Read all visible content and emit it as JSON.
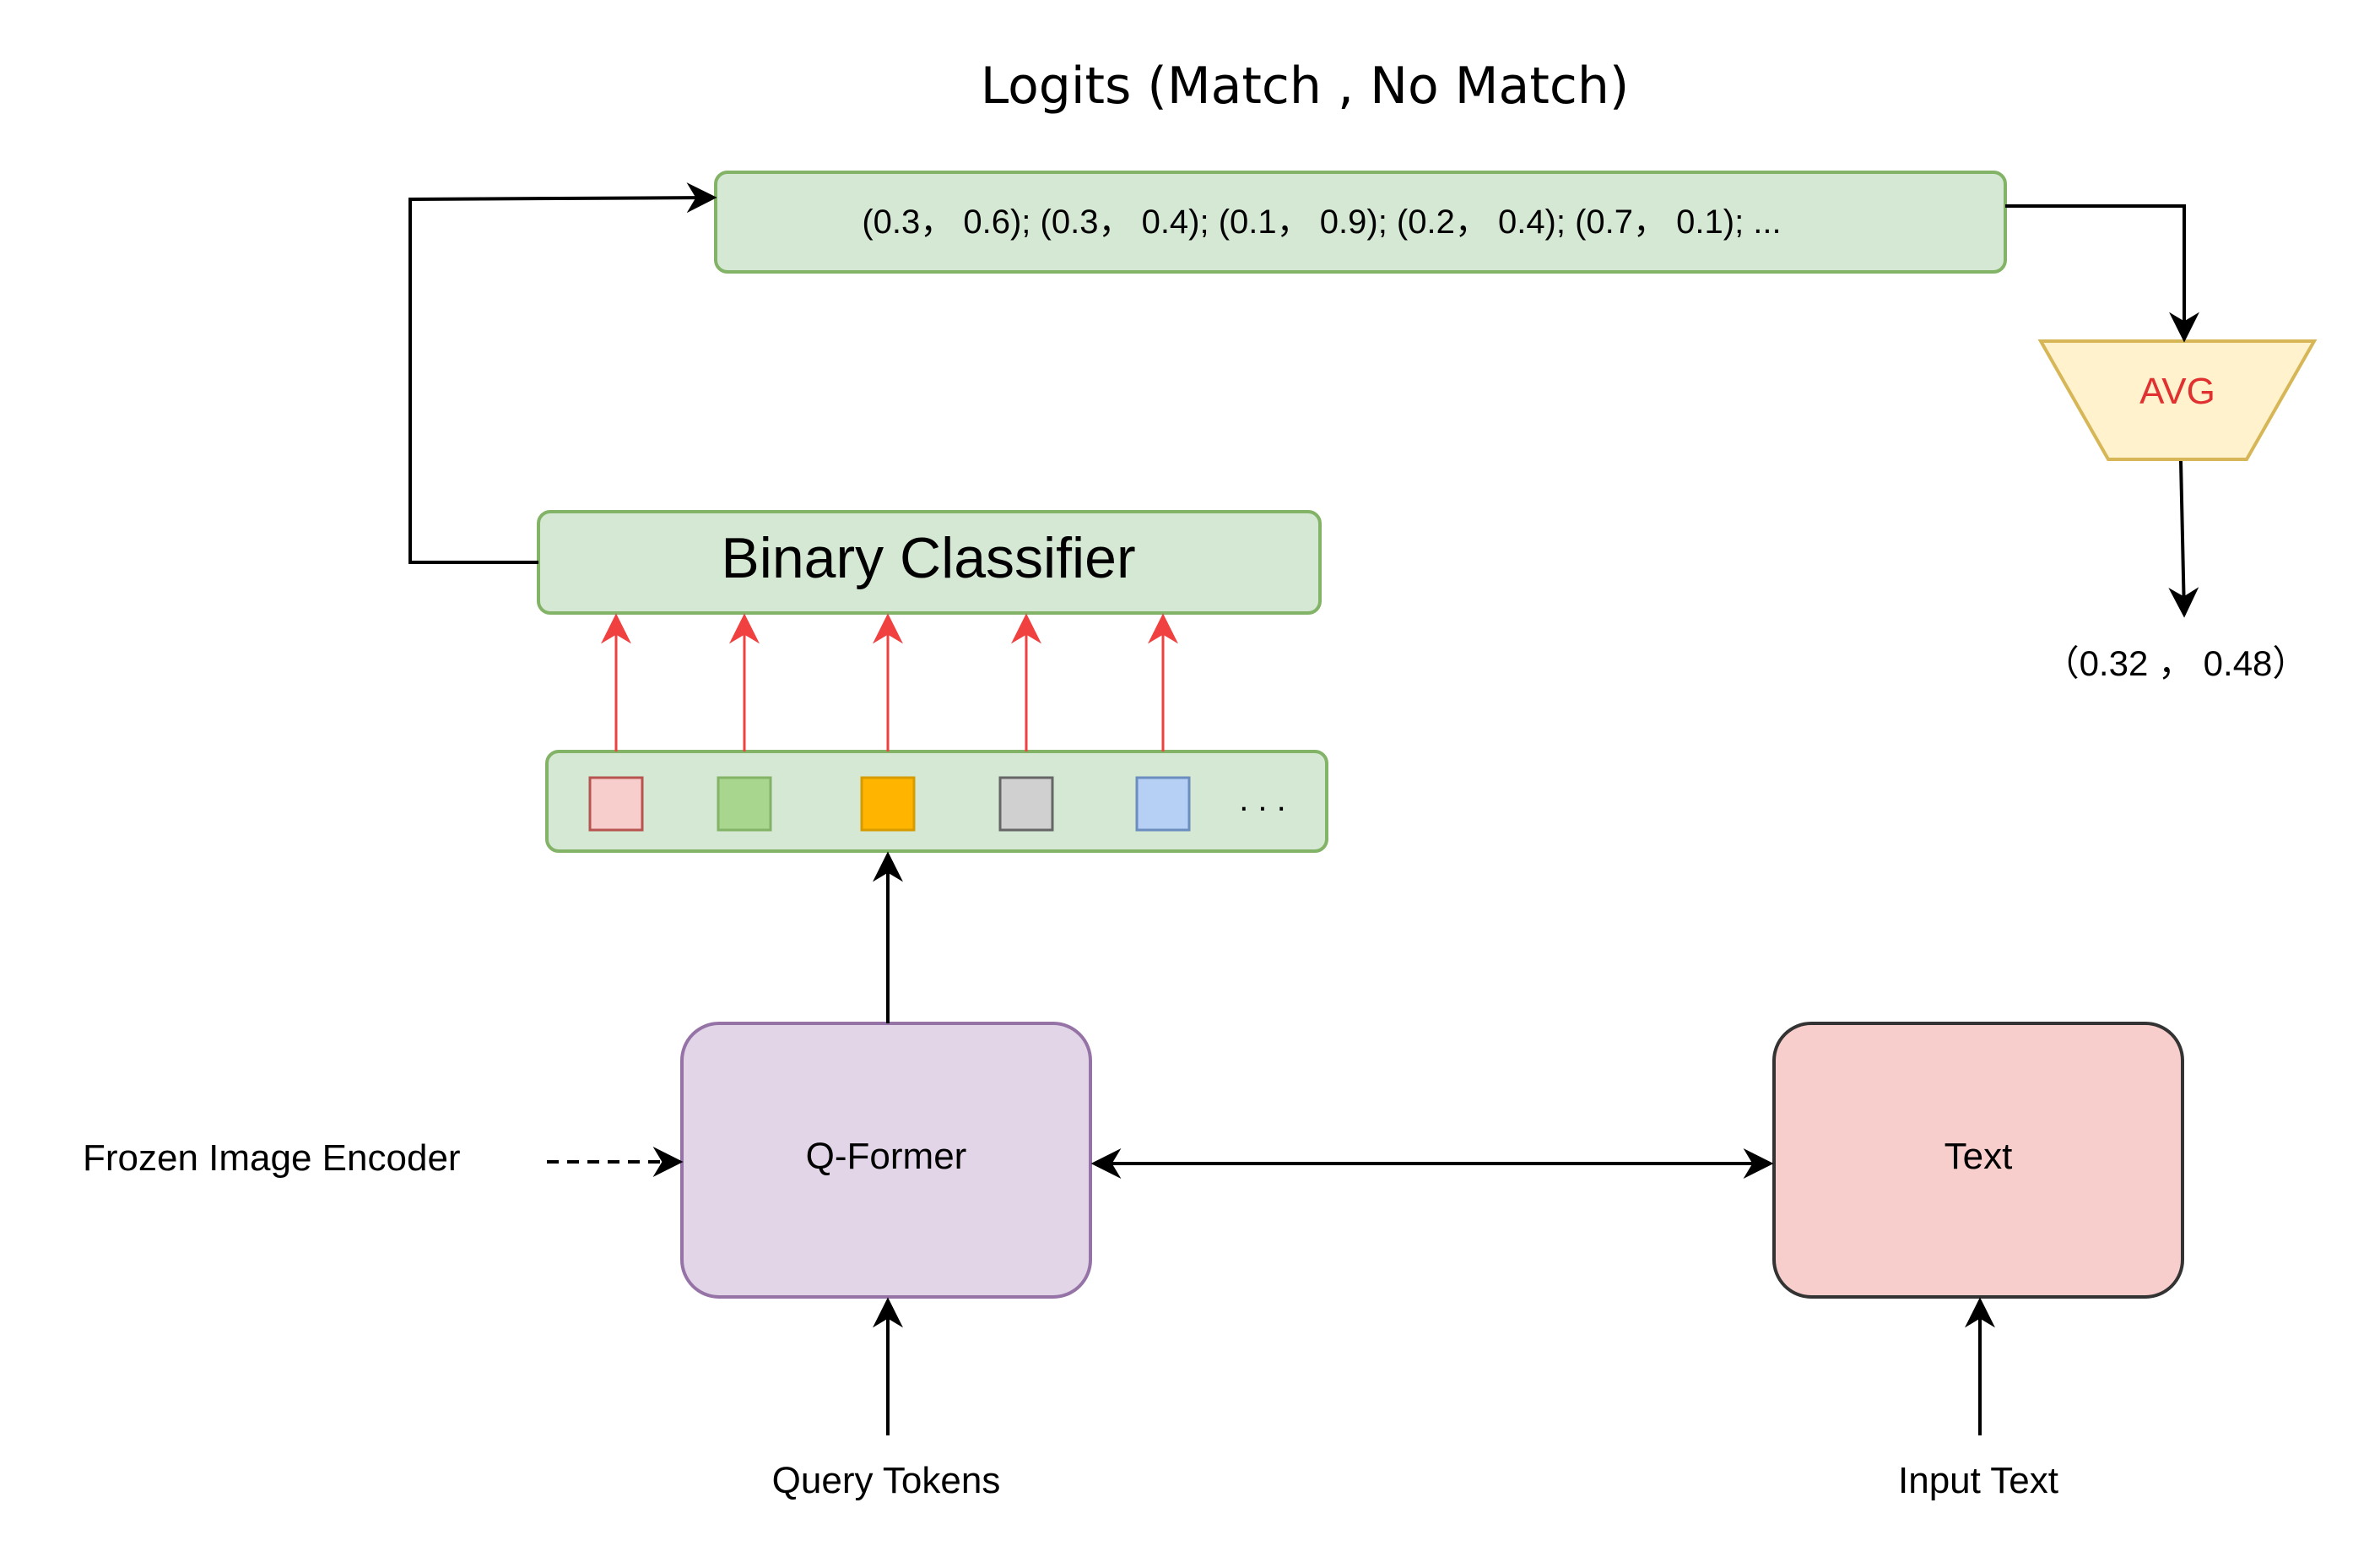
{
  "title": "Logits (Match , No Match)",
  "logits_text": "(0.3， 0.6);  (0.3， 0.4);  (0.1， 0.9);  (0.2， 0.4);  (0.7， 0.1);  ...",
  "avg_label": "AVG",
  "avg_output": "（0.32 ，  0.48）",
  "classifier_label": "Binary  Classifier",
  "tokens_ellipsis": ". . .",
  "qformer_label": "Q-Former",
  "text_label": "Text",
  "frozen_encoder_label": "Frozen Image Encoder",
  "query_tokens_label": "Query Tokens",
  "input_text_label": "Input Text",
  "colors": {
    "green_fill": "#d5e8d4",
    "green_stroke": "#82b366",
    "purple_fill": "#e1d5e7",
    "purple_stroke": "#9673a6",
    "pink_fill": "#f8cecc",
    "yellow_fill": "#fff2cc",
    "yellow_stroke": "#d6b656",
    "red_arrow": "#f04040"
  },
  "tokens": [
    {
      "name": "token-red",
      "fill": "#f8cecc",
      "stroke": "#b85450"
    },
    {
      "name": "token-green",
      "fill": "#a9d68f",
      "stroke": "#82b366"
    },
    {
      "name": "token-orange",
      "fill": "#ffb400",
      "stroke": "#d79b00"
    },
    {
      "name": "token-gray",
      "fill": "#d0d0d0",
      "stroke": "#666666"
    },
    {
      "name": "token-blue",
      "fill": "#b6cff5",
      "stroke": "#6c8ebf"
    }
  ]
}
